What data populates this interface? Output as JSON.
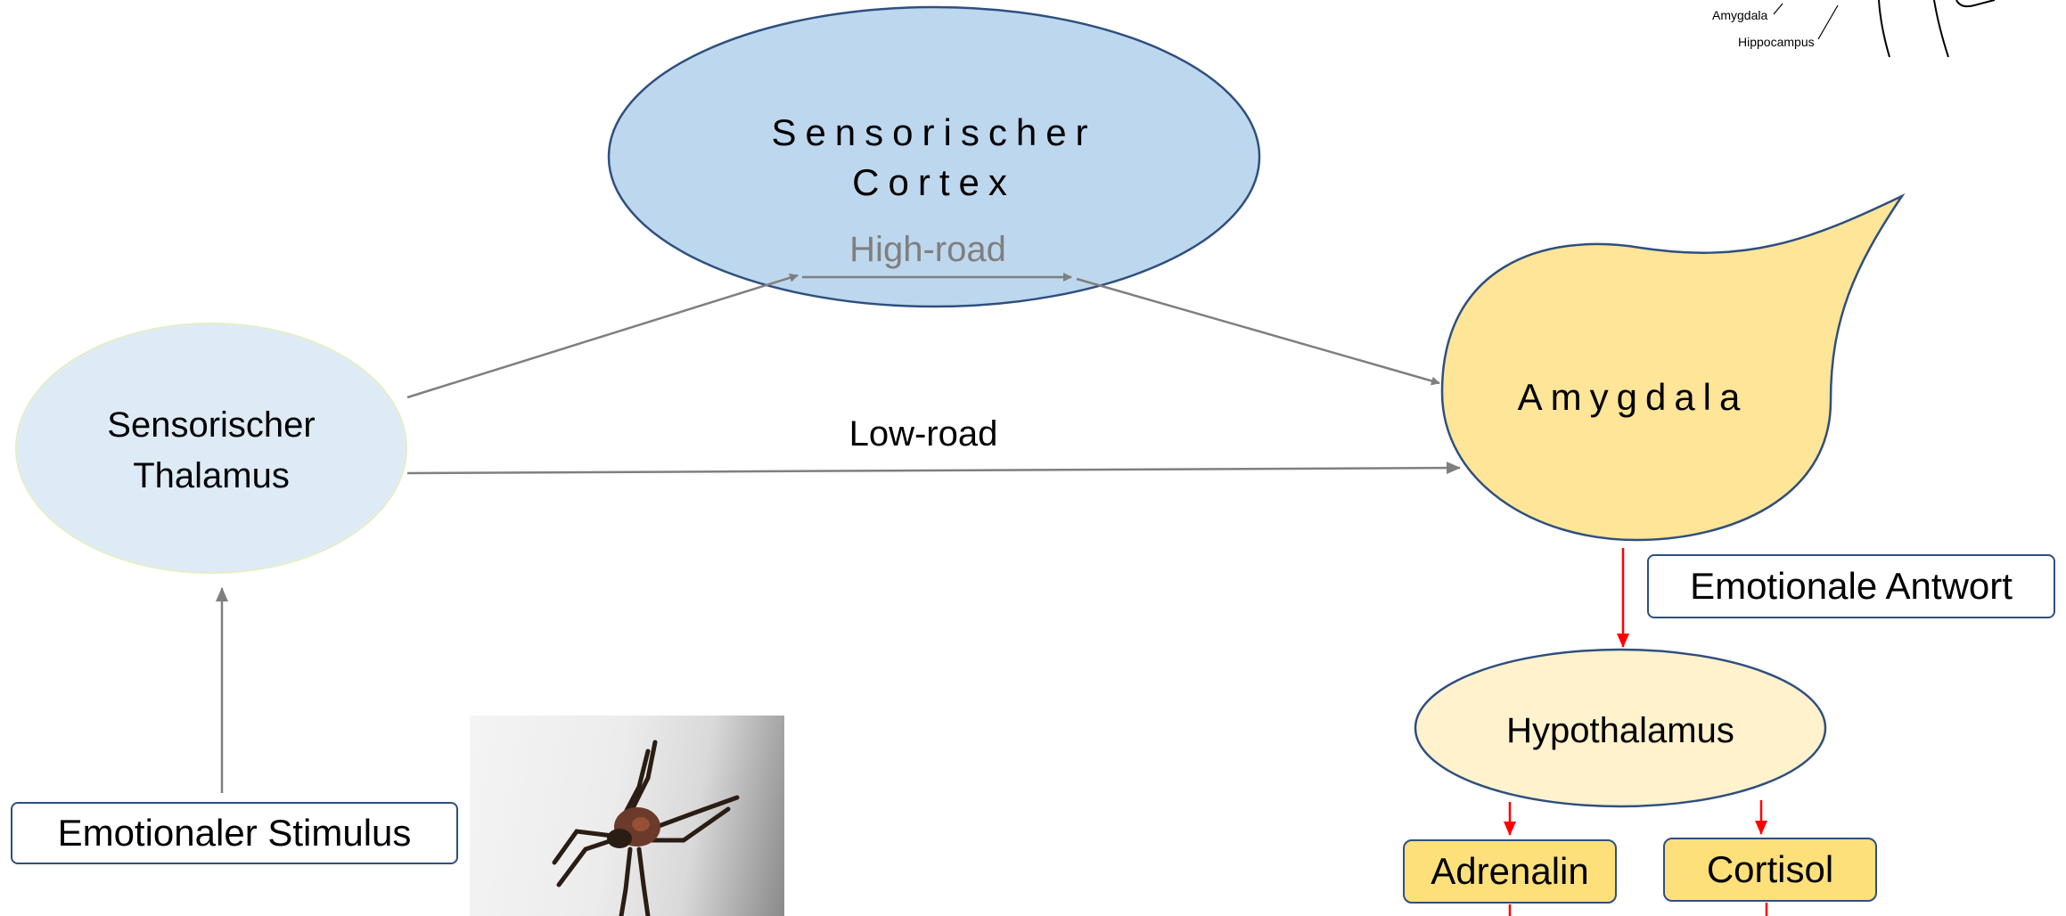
{
  "diagram": {
    "nodes": {
      "cortex": {
        "line1": "Sensorischer",
        "line2": "Cortex"
      },
      "thalamus": {
        "line1": "Sensorischer",
        "line2": "Thalamus"
      },
      "amygdala": {
        "label": "Amygdala"
      },
      "hypothalamus": {
        "label": "Hypothalamus"
      },
      "stimulus": {
        "label": "Emotionaler Stimulus"
      },
      "emotional_response": {
        "label": "Emotionale Antwort"
      },
      "adrenalin": {
        "label": "Adrenalin"
      },
      "cortisol": {
        "label": "Cortisol"
      }
    },
    "edges": {
      "high_road": "High-road",
      "low_road": "Low-road"
    },
    "inset_brain": {
      "amygdala_label": "Amygdala",
      "hippocampus_label": "Hippocampus"
    },
    "colors": {
      "cortex_fill": "#bdd7ee",
      "thalamus_fill": "#deebf7",
      "amygdala_fill": "#fee597",
      "hypothalamus_fill": "#fff2cc",
      "hormone_fill": "#fde07a",
      "outline": "#2f4f7f",
      "neural_arrow": "#7f7f7f",
      "hormonal_arrow": "#ff0000"
    }
  }
}
